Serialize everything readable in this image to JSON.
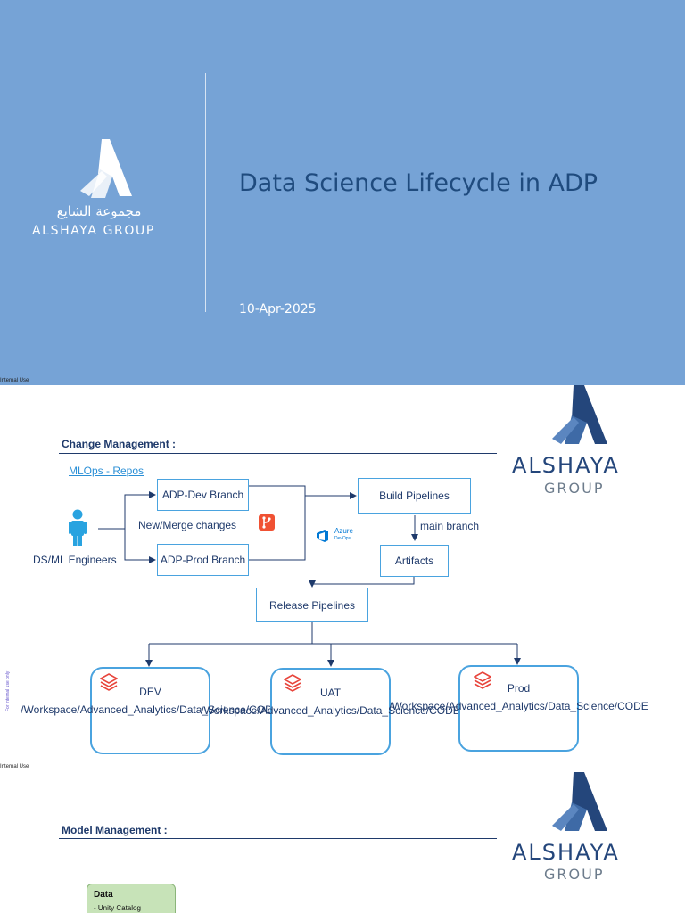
{
  "slide1": {
    "title": "Data Science Lifecycle in ADP",
    "date": "10-Apr-2025",
    "logo_arabic": "مجموعة الشايع",
    "logo_text": "ALSHAYA GROUP",
    "footer": "Internal Use"
  },
  "slide2": {
    "section_title": "Change Management :",
    "link": "MLOps - Repos",
    "brand_word": "ALSHAYA",
    "brand_group": "GROUP",
    "engineers": "DS/ML Engineers",
    "dev_branch": "ADP-Dev Branch",
    "prod_branch": "ADP-Prod Branch",
    "merge_label": "New/Merge changes",
    "azure_label": "Azure",
    "devops_label": "DevOps",
    "build": "Build Pipelines",
    "main_branch": "main branch",
    "artifacts": "Artifacts",
    "release": "Release Pipelines",
    "dev_env": "DEV /Workspace/Advanced_Analytics/Data_Science/CODE",
    "uat_env": "UAT /Workspace/Advanced_Analytics/Data_Science/CODE",
    "prod_env": "Prod /Workspace/Advanced_Analytics/Data_Science/CODE",
    "vertical_note": "For internal use only",
    "footer": "Internal Use"
  },
  "slide3": {
    "section_title": "Model Management :",
    "brand_word": "ALSHAYA",
    "brand_group": "GROUP",
    "data_title": "Data",
    "data_item": "-   Unity Catalog"
  },
  "colors": {
    "slide1_bg": "#76a3d6",
    "title_blue": "#1f4b7e",
    "box_border": "#4aa3df",
    "brand_navy": "#24467b",
    "git_orange": "#f05133",
    "databricks_red": "#e8453c"
  },
  "icons": [
    "alshaya-logo-icon",
    "person-icon",
    "git-icon",
    "azure-devops-icon",
    "databricks-icon"
  ]
}
